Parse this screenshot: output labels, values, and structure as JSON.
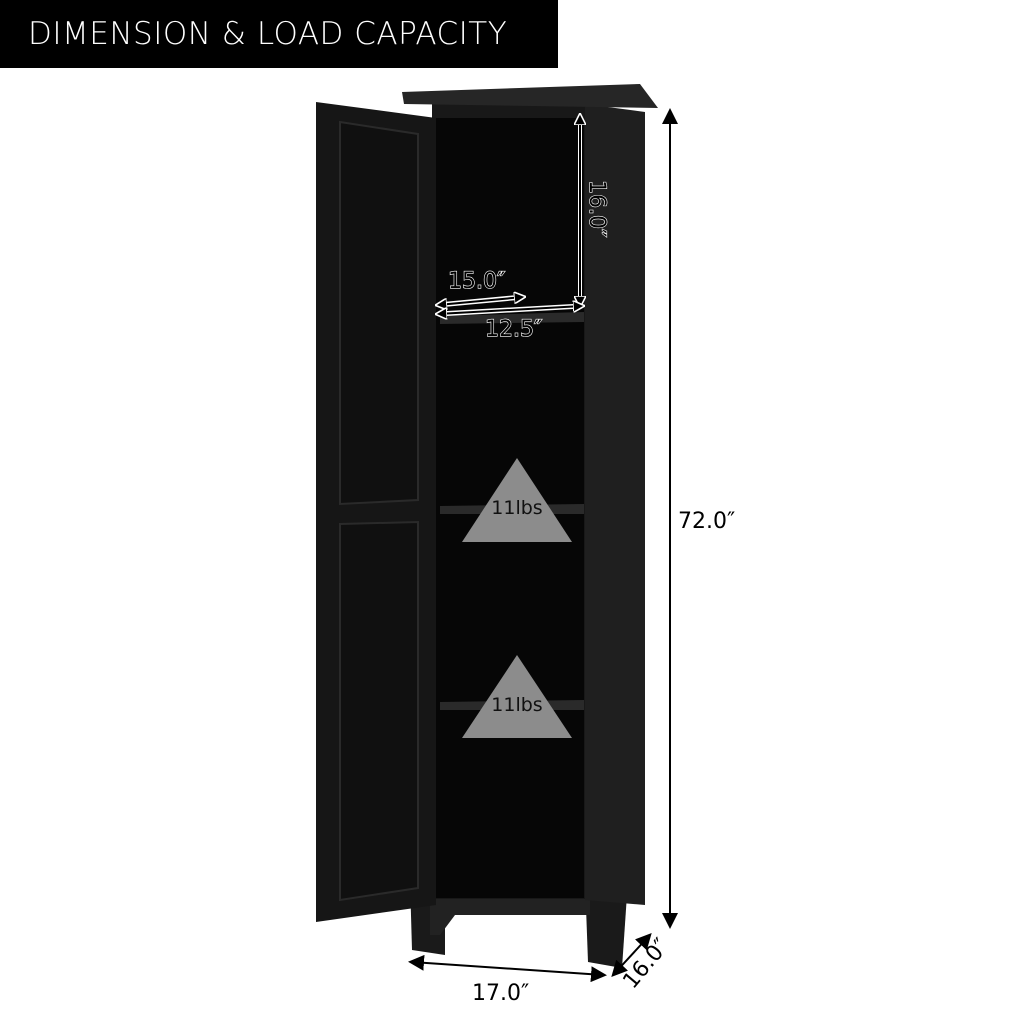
{
  "banner": {
    "title": "DIMENSION & LOAD CAPACITY"
  },
  "dimensions": {
    "height_total": "72.0″",
    "width_total": "17.0″",
    "depth_total": "16.0″",
    "interior_height": "16.0″",
    "interior_depth": "15.0″",
    "interior_width": "12.5″"
  },
  "load": {
    "shelf_1": "11lbs",
    "shelf_2": "11lbs"
  },
  "colors": {
    "cabinet": "#141414",
    "interior": "#050505",
    "triangle": "#8c8c8c"
  }
}
